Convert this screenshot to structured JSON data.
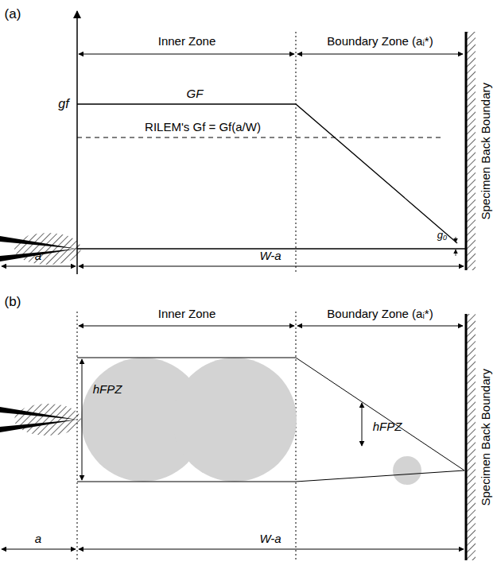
{
  "diagram": {
    "labels": [
      "(a)",
      "Inner Zone",
      "Boundary Zone (aᵢ*)",
      "gf",
      "GF",
      "RILEM's Gf = Gf(a/W)",
      "Specimen Back Boundary",
      "g₀",
      "a",
      "W-a",
      "(b)",
      "Inner Zone",
      "Boundary Zone (aᵢ*)",
      "hFPZ",
      "hFPZ",
      "Specimen Back Boundary",
      "a",
      "W-a"
    ]
  }
}
